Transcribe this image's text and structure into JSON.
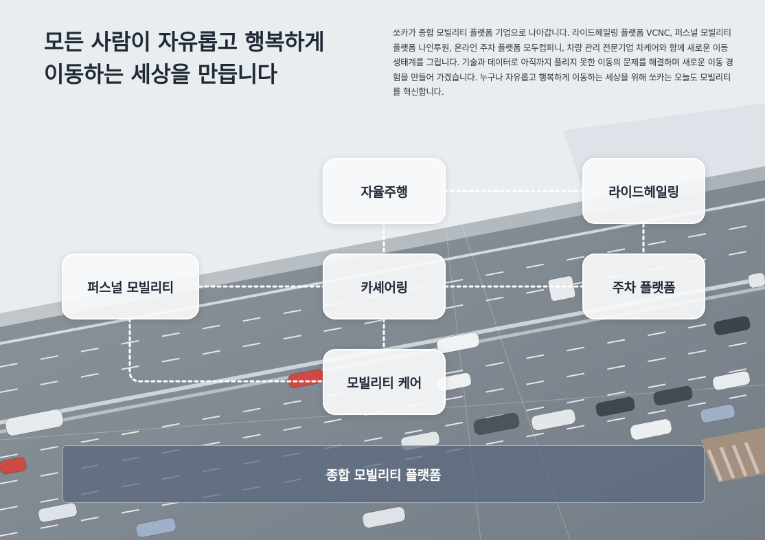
{
  "hero": {
    "headline_line1": "모든 사람이 자유롭고 행복하게",
    "headline_line2": "이동하는 세상을 만듭니다",
    "description": "쏘카가 종합 모빌리티 플랫폼 기업으로 나아갑니다. 라이드헤일링 플랫폼 VCNC, 퍼스널 모빌리티 플랫폼 나인투원, 온라인 주차 플랫폼 모두컴퍼니, 차량 관리 전문기업 차케어와 함께 새로운 이동 생태계를 그립니다. 기술과 데이터로 아직까지 풀리지 못한 이동의 문제를 해결하며 새로운 이동 경험을 만들어 가겠습니다. 누구나 자유롭고 행복하게 이동하는 세상을 위해 쏘카는 오늘도 모빌리티를 혁신합니다."
  },
  "diagram": {
    "nodes": {
      "autonomous": "자율주행",
      "ride_hailing": "라이드헤일링",
      "personal_mobility": "퍼스널 모빌리티",
      "car_sharing": "카셰어링",
      "parking": "주차 플랫폼",
      "mobility_care": "모빌리티 케어"
    },
    "platform_label": "종합 모빌리티 플랫폼"
  },
  "colors": {
    "background": "#e9edf0",
    "text": "#1f2a36",
    "node_bg": "#f7f8fa",
    "platform_bg": "#5a687d",
    "connector": "#ffffff"
  }
}
